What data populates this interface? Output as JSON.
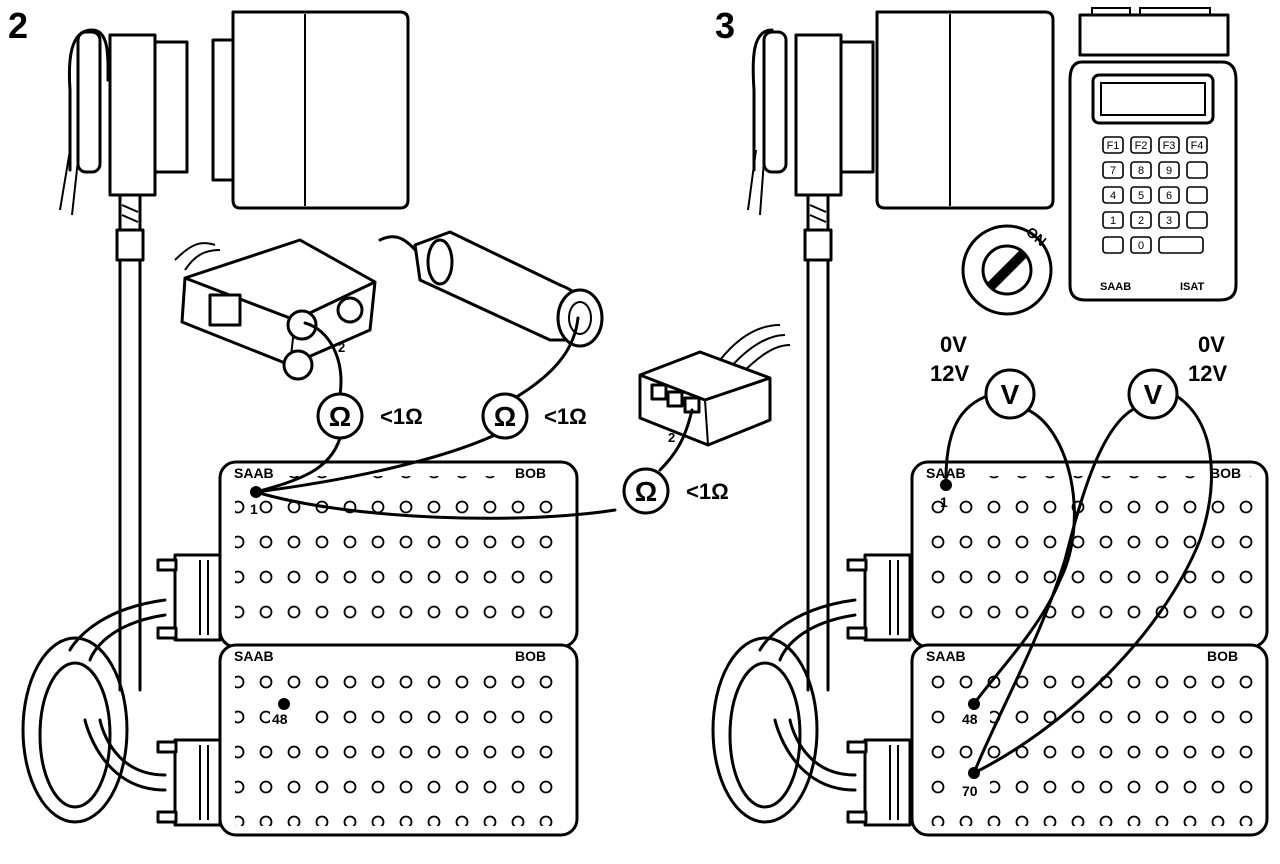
{
  "panels": [
    {
      "step": "2",
      "board_upper": {
        "left_label": "SAAB",
        "right_label": "BOB",
        "pin": "1"
      },
      "board_lower": {
        "left_label": "SAAB",
        "right_label": "BOB",
        "pin": "48"
      },
      "meters": [
        {
          "symbol": "Ω",
          "reading": "<1Ω"
        },
        {
          "symbol": "Ω",
          "reading": "<1Ω"
        },
        {
          "symbol": "Ω",
          "reading": "<1Ω"
        }
      ],
      "connector_pins": [
        "2",
        "2"
      ]
    },
    {
      "step": "3",
      "board_upper": {
        "left_label": "SAAB",
        "right_label": "BOB",
        "pin": "1"
      },
      "board_lower": {
        "left_label": "SAAB",
        "right_label": "BOB",
        "pins": [
          "48",
          "70"
        ]
      },
      "meters": [
        {
          "symbol": "V",
          "value_low": "0V",
          "value_high": "12V"
        },
        {
          "symbol": "V",
          "value_low": "0V",
          "value_high": "12V"
        }
      ],
      "ignition": {
        "label": "ON"
      },
      "tester": {
        "brand": "SAAB",
        "model": "ISAT",
        "keys": [
          "F1",
          "F2",
          "F3",
          "F4",
          "7",
          "8",
          "9",
          "",
          "4",
          "5",
          "6",
          "",
          "1",
          "2",
          "3",
          "",
          "",
          "0",
          ""
        ]
      }
    }
  ]
}
